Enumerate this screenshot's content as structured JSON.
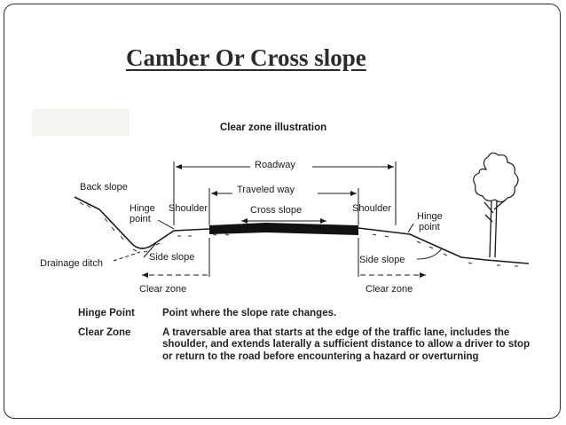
{
  "slide": {
    "title": "Camber Or Cross slope"
  },
  "figure": {
    "heading": "Clear zone illustration",
    "labels": {
      "roadway": "Roadway",
      "traveled_way": "Traveled way",
      "back_slope": "Back slope",
      "hinge_point_left_1": "Hinge",
      "hinge_point_left_2": "point",
      "shoulder_left": "Shoulder",
      "cross_slope": "Cross slope",
      "shoulder_right": "Shoulder",
      "hinge_point_right_1": "Hinge",
      "hinge_point_right_2": "point",
      "drainage_ditch": "Drainage ditch",
      "side_slope_left": "Side slope",
      "side_slope_right": "Side slope",
      "clear_zone_left": "Clear zone",
      "clear_zone_right": "Clear zone"
    }
  },
  "definitions": [
    {
      "term": "Hinge Point",
      "text": "Point where the slope rate changes."
    },
    {
      "term": "Clear Zone",
      "text": "A traversable area that starts at the edge of the traffic lane, includes the shoulder, and extends laterally a sufficient distance to allow a driver to stop or return to the road before encountering a hazard or overturning"
    }
  ]
}
